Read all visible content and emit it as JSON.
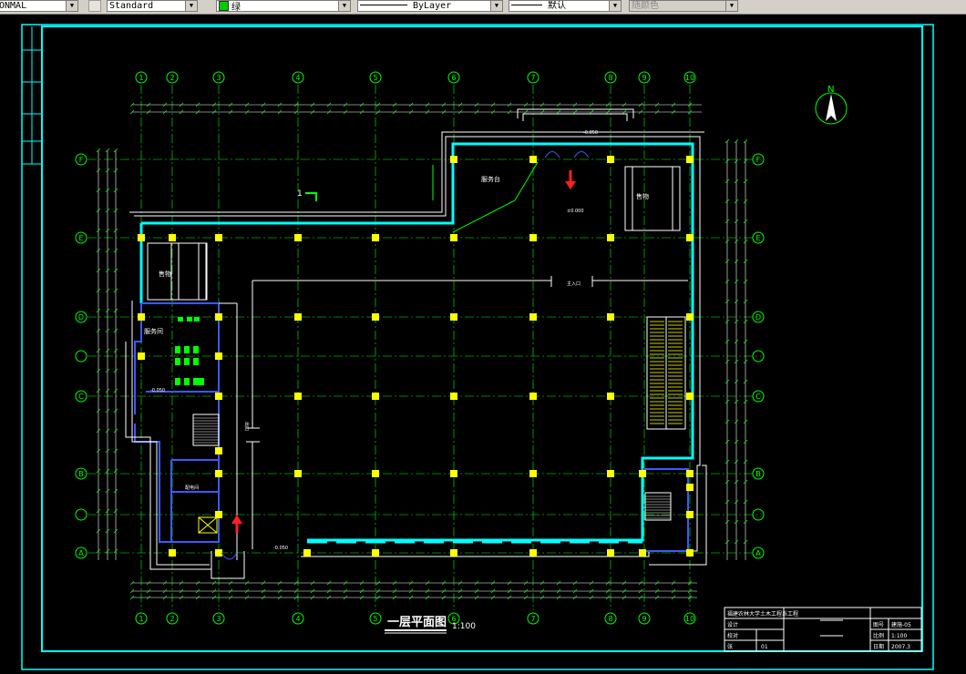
{
  "toolbar": {
    "textstyle": "ONMAL",
    "dimstyle": "Standard",
    "layer_color": "绿",
    "linetype": "ByLayer",
    "lineweight": "默认",
    "plotstyle": "随颜色"
  },
  "drawing": {
    "title": "一层平面图",
    "scale": "1:100",
    "north": "N",
    "col_labels": [
      "1",
      "2",
      "3",
      "4",
      "5",
      "6",
      "7",
      "8",
      "9",
      "10"
    ],
    "row_labels": [
      "F",
      "E",
      "D",
      "C",
      "B",
      "A"
    ],
    "rooms": {
      "service": "服务台",
      "storage_top": "售物",
      "storage_left": "售物",
      "office": "服务间",
      "main_entrance": "主入口",
      "exit": "出口",
      "dist": "配电间"
    },
    "section": "1",
    "levels": {
      "main": "±0.000",
      "entry_top": "-0.050",
      "entry_bottom": "-0.050",
      "side": "-0.050"
    }
  },
  "title_block": {
    "school": "福建农林大学土木工程系",
    "project_label": "工程",
    "drawing_no_label": "图号",
    "drawing_no": "建施-05",
    "scale_label": "比例",
    "scale_value": "1:100",
    "date_label": "日期",
    "date_value": "2007.3",
    "design_label": "设计",
    "check_label": "校对",
    "sheet_label": "张",
    "sheet_value": "01"
  },
  "colors": {
    "background": "#000000",
    "frame": "#00ffff",
    "grid": "#00ff00",
    "wall": "#00ffff",
    "column": "#ffff00",
    "dimension": "#ffffff",
    "blue": "#3a5aff",
    "arrow": "#ff2020"
  }
}
